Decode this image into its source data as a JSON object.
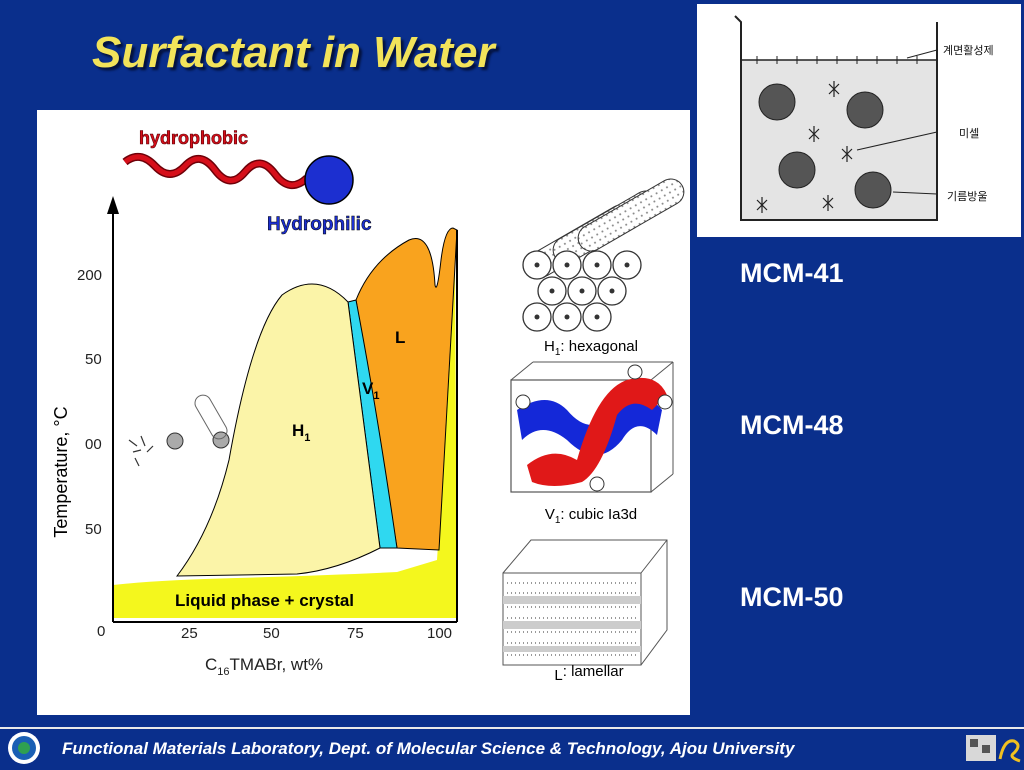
{
  "title": "Surfactant in Water",
  "surfactant": {
    "tail_label": "hydrophobic",
    "head_label": "Hydrophilic"
  },
  "phase_diagram": {
    "ylabel": "Temperature, °C",
    "xlabel_main": "C",
    "xlabel_sub": "16",
    "xlabel_rest": "TMABr, wt%",
    "x_ticks": [
      "0",
      "25",
      "50",
      "75",
      "100"
    ],
    "y_ticks": [
      "50",
      "00",
      "50",
      "200"
    ],
    "regions": {
      "h1_main": "H",
      "h1_sub": "1",
      "v1_main": "V",
      "v1_sub": "1",
      "l": "L",
      "liquid": "Liquid phase + crystal"
    },
    "colors": {
      "h1": "#fbf4a8",
      "v1": "#2fd8f0",
      "l": "#f9a31e",
      "liquid": "#f4f71d",
      "tail": "#d60f1a",
      "head": "#1c2fd0"
    }
  },
  "structures": [
    {
      "main": "H",
      "sub": "1",
      "rest": ": hexagonal"
    },
    {
      "main": "V",
      "sub": "1",
      "rest": ": cubic Ia3d"
    },
    {
      "main": "L",
      "sub": "",
      "rest": ": lamellar"
    }
  ],
  "beaker_labels": [
    "계면활성제",
    "미셀",
    "기름방울"
  ],
  "mcm_labels": [
    "MCM-41",
    "MCM-48",
    "MCM-50"
  ],
  "footer": "Functional Materials Laboratory, Dept. of Molecular Science & Technology, Ajou University"
}
